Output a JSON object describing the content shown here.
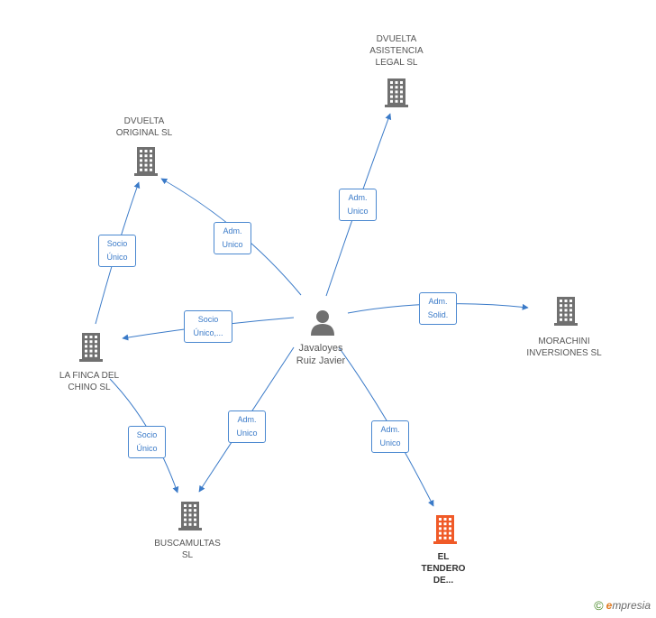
{
  "colors": {
    "edge": "#3a7ac8",
    "building": "#707070",
    "building_focus": "#f05a28",
    "person": "#707070"
  },
  "person": {
    "name": "Javaloyes\nRuiz Javier",
    "icon": "person-icon"
  },
  "companies": [
    {
      "id": "dvuelta-asistencia",
      "label": "DVUELTA\nASISTENCIA\nLEGAL SL",
      "icon": "building-icon",
      "focus": false
    },
    {
      "id": "dvuelta-original",
      "label": "DVUELTA\nORIGINAL  SL",
      "icon": "building-icon",
      "focus": false
    },
    {
      "id": "morachini",
      "label": "MORACHINI\nINVERSIONES SL",
      "icon": "building-icon",
      "focus": false
    },
    {
      "id": "la-finca",
      "label": "LA FINCA DEL\nCHINO SL",
      "icon": "building-icon",
      "focus": false
    },
    {
      "id": "buscamultas",
      "label": "BUSCAMULTAS\nSL",
      "icon": "building-icon",
      "focus": false
    },
    {
      "id": "el-tendero",
      "label": "EL\nTENDERO\nDE...",
      "icon": "building-icon",
      "focus": true
    }
  ],
  "relations": [
    {
      "from": "person",
      "to": "dvuelta-asistencia",
      "label": "Adm.\nUnico"
    },
    {
      "from": "person",
      "to": "dvuelta-original",
      "label": "Adm.\nUnico"
    },
    {
      "from": "person",
      "to": "morachini",
      "label": "Adm.\nSolid."
    },
    {
      "from": "person",
      "to": "la-finca",
      "label": "Socio\nÚnico,..."
    },
    {
      "from": "person",
      "to": "buscamultas",
      "label": "Adm.\nUnico"
    },
    {
      "from": "person",
      "to": "el-tendero",
      "label": "Adm.\nUnico"
    },
    {
      "from": "la-finca",
      "to": "dvuelta-original",
      "label": "Socio\nÚnico"
    },
    {
      "from": "la-finca",
      "to": "buscamultas",
      "label": "Socio\nÚnico"
    }
  ],
  "watermark": {
    "copyright": "©",
    "brand_initial": "e",
    "brand_rest": "mpresia"
  }
}
